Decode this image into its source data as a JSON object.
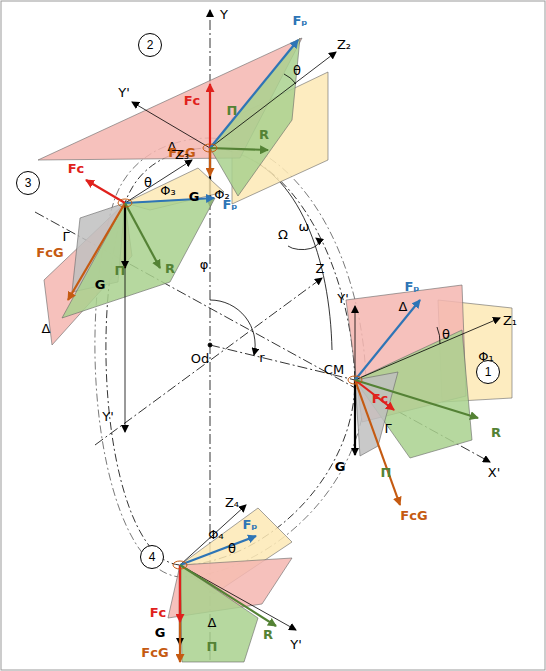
{
  "diagram": {
    "nodes": [
      {
        "text": [
          "2"
        ]
      },
      {
        "text": [
          "3"
        ]
      },
      {
        "text": [
          "1"
        ]
      },
      {
        "text": [
          "4"
        ]
      }
    ],
    "labels": [
      "Y",
      "Y'",
      "Fₚ",
      "Fc",
      "Π",
      "θ",
      "Z₂",
      "Δ",
      "R",
      "FcG",
      "G",
      "Φ₂",
      "Z₃",
      "θ",
      "Φ₃",
      "Fc",
      "Fₚ",
      "Γ",
      "FcG",
      "Π",
      "R",
      "G",
      "Δ",
      "Y'",
      "ω",
      "Z",
      "Ω",
      "φ",
      "Od",
      "r",
      "Y'",
      "Δ",
      "Fₚ",
      "Z₁",
      "θ",
      "Φ₁",
      "CM",
      "Fc",
      "X'",
      "R",
      "G",
      "Γ",
      "Π",
      "FcG",
      "Z₄",
      "Φ₄",
      "θ",
      "Fₚ",
      "Fc",
      "G",
      "Y'",
      "Δ",
      "R",
      "FcG",
      "Π"
    ]
  }
}
